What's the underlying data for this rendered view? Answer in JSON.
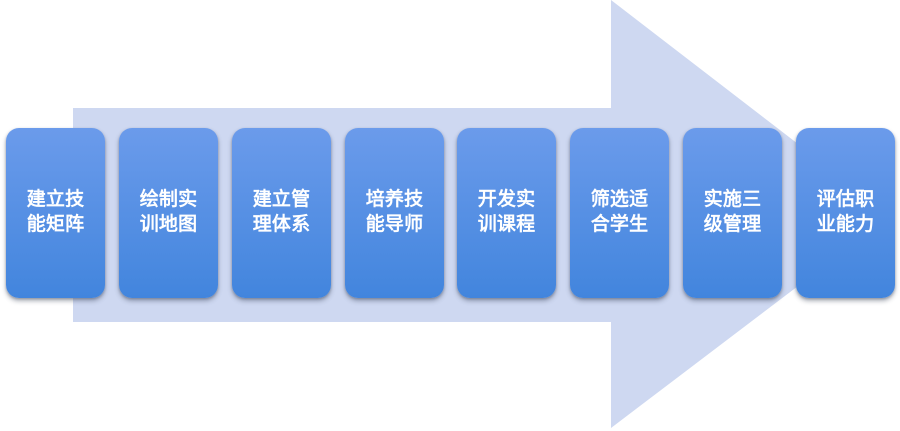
{
  "diagram": {
    "type": "process-arrow-flow",
    "title_visible": false,
    "direction": "left-to-right",
    "colors": {
      "arrow_fill": "#ced8f1",
      "box_gradient_top": "#6b9beb",
      "box_gradient_bottom": "#4285dd",
      "box_text": "#ffffff",
      "background": "#ffffff"
    },
    "steps": [
      {
        "index": 1,
        "label": "建立技\n能矩阵",
        "line1": "建立技",
        "line2": "能矩阵"
      },
      {
        "index": 2,
        "label": "绘制实\n训地图",
        "line1": "绘制实",
        "line2": "训地图"
      },
      {
        "index": 3,
        "label": "建立管\n理体系",
        "line1": "建立管",
        "line2": "理体系"
      },
      {
        "index": 4,
        "label": "培养技\n能导师",
        "line1": "培养技",
        "line2": "能导师"
      },
      {
        "index": 5,
        "label": "开发实\n训课程",
        "line1": "开发实",
        "line2": "训课程"
      },
      {
        "index": 6,
        "label": "筛选适\n合学生",
        "line1": "筛选适",
        "line2": "合学生"
      },
      {
        "index": 7,
        "label": "实施三\n级管理",
        "line1": "实施三",
        "line2": "级管理"
      },
      {
        "index": 8,
        "label": "评估职\n业能力",
        "line1": "评估职",
        "line2": "业能力"
      }
    ]
  }
}
